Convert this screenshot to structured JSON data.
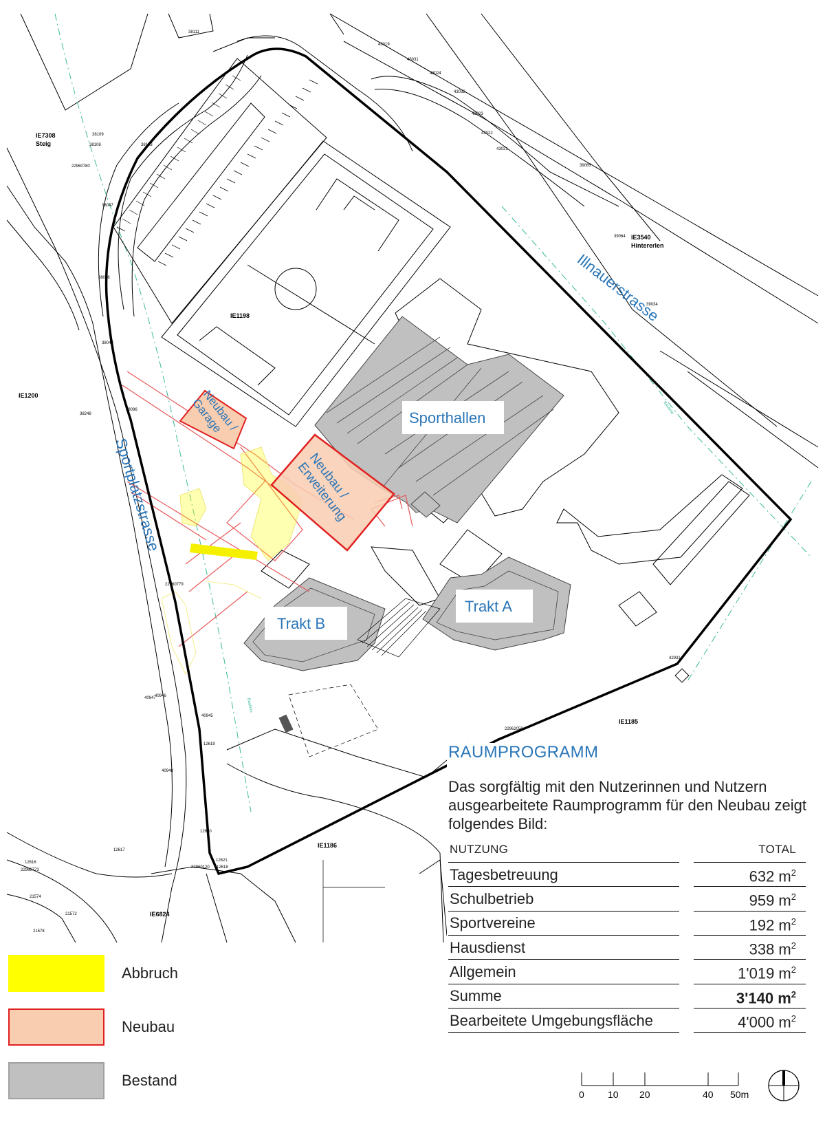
{
  "map": {
    "street_labels": {
      "illnauerstrasse": "Illnauerstrasse",
      "sportplatzstrasse": "Sportplatzstrasse"
    },
    "building_labels": {
      "sporthallen": "Sporthallen",
      "neubau_erweiterung": "Neubau / Erweiterung",
      "neubau_garage": "Neubau / Garage",
      "trakt_a": "Trakt A",
      "trakt_b": "Trakt B"
    },
    "parcel_labels": {
      "ie7308": "IE7308",
      "steig": "Steig",
      "ie1198": "IE1198",
      "ie1200": "IE1200",
      "ie3540": "IE3540",
      "hintererlen": "Hintererlen",
      "ie1185": "IE1185",
      "ie1186": "IE1186",
      "ie6824": "IE6824"
    },
    "bauline_label": "Baulinie",
    "point_numbers": [
      "38111",
      "38109",
      "38108",
      "38103",
      "38047",
      "38046",
      "38048",
      "38096",
      "38248",
      "22960780",
      "22960779",
      "22960773",
      "22960120",
      "22962050",
      "43019",
      "43031",
      "43024",
      "43032",
      "43023",
      "43022",
      "43021",
      "39065",
      "39064",
      "39034",
      "42931",
      "40945",
      "40946",
      "40947",
      "40948",
      "12616",
      "12617",
      "12620",
      "12619",
      "12621",
      "21574",
      "21572",
      "21578",
      "12618"
    ],
    "colors": {
      "abbruch": "#ffff00",
      "neubau_fill": "#f9cdb0",
      "neubau_stroke": "#e02020",
      "bestand": "#c0c0c0",
      "label_blue": "#2a76b8",
      "baulinie": "#3bb89a"
    }
  },
  "program": {
    "title": "RAUMPROGRAMM",
    "intro": "Das sorgfältig mit den Nutzerinnen und Nutzern ausgearbeitete Raumprogramm für den Neubau zeigt folgendes Bild:",
    "col_usage": "NUTZUNG",
    "col_total": "TOTAL",
    "rows": [
      {
        "name": "Tagesbetreuung",
        "value": "632 m",
        "unit_sup": "2"
      },
      {
        "name": "Schulbetrieb",
        "value": "959 m",
        "unit_sup": "2"
      },
      {
        "name": "Sportvereine",
        "value": "192 m",
        "unit_sup": "2"
      },
      {
        "name": "Hausdienst",
        "value": "338 m",
        "unit_sup": "2"
      },
      {
        "name": "Allgemein",
        "value": "1'019 m",
        "unit_sup": "2"
      },
      {
        "name": "Summe",
        "value": "3'140 m",
        "unit_sup": "2"
      },
      {
        "name": "Bearbeitete Umgebungsfläche",
        "value": "4'000 m",
        "unit_sup": "2"
      }
    ]
  },
  "legend": {
    "items": [
      {
        "label": "Abbruch"
      },
      {
        "label": "Neubau"
      },
      {
        "label": "Bestand"
      }
    ]
  },
  "scale": {
    "ticks": [
      "0",
      "10",
      "20",
      "40",
      "50m"
    ]
  }
}
